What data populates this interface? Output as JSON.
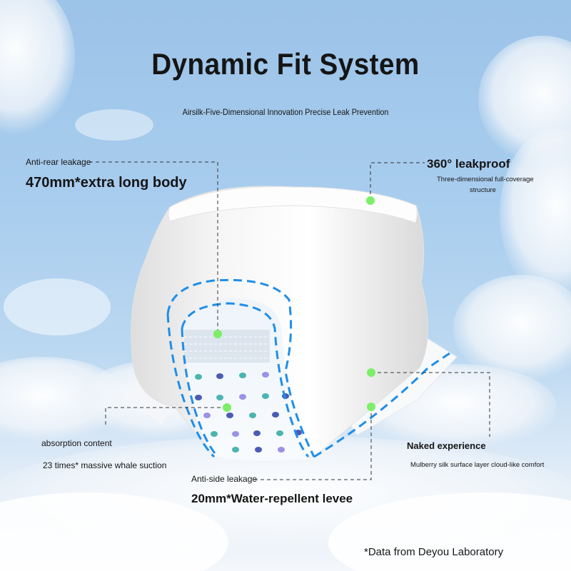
{
  "title": "Dynamic Fit System",
  "subtitle": "Airsilk-Five-Dimensional Innovation Precise Leak Prevention",
  "callouts": {
    "rear": {
      "label": "Anti-rear leakage",
      "headline": "470mm*extra long body"
    },
    "leakproof": {
      "headline": "360° leakproof",
      "detail_line1": "Three-dimensional full-coverage",
      "detail_line2": "structure"
    },
    "absorption": {
      "label": "absorption content",
      "detail": "23 times* massive whale suction"
    },
    "side": {
      "label": "Anti-side leakage",
      "headline": "20mm*Water-repellent levee"
    },
    "naked": {
      "headline": "Naked experience",
      "detail": "Mulberry silk surface layer cloud-like comfort"
    }
  },
  "footnote": "*Data from Deyou Laboratory",
  "colors": {
    "accent_dash": "#1f8ee8",
    "marker": "#7dee6a",
    "text": "#151515",
    "sky": "#a8cdee"
  },
  "icons": [
    "cloud-graphic",
    "pants-product-graphic",
    "green-dot-marker"
  ]
}
